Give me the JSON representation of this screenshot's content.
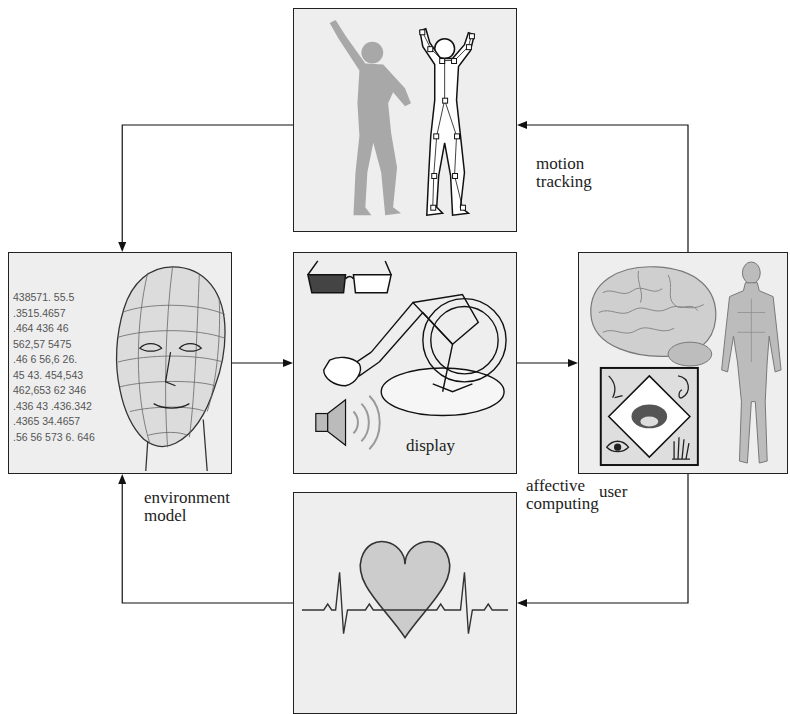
{
  "diagram": {
    "nodes": [
      {
        "text": [
          "motion tracking"
        ]
      },
      {
        "text": [
          "environment model"
        ]
      },
      {
        "text": [
          "display"
        ]
      },
      {
        "text": [
          "user"
        ]
      },
      {
        "text": [
          "affective computing"
        ]
      }
    ],
    "edges": [
      {
        "from": 0,
        "to": 1,
        "arrow": "to"
      },
      {
        "from": 1,
        "to": 2,
        "arrow": "to"
      },
      {
        "from": 2,
        "to": 3,
        "arrow": "to"
      },
      {
        "from": 3,
        "to": 0,
        "arrow": "to"
      },
      {
        "from": 3,
        "to": 4,
        "arrow": "to"
      },
      {
        "from": 4,
        "to": 1,
        "arrow": "to"
      }
    ],
    "labels": [
      "438571. 55.5",
      ".3515.4657",
      ".464 436 46",
      "562,57 5475",
      ".46 6 56,6 26.",
      "45 43. 454,543",
      "462,653 62 346",
      ".436 43 .436.342",
      ".4365 34.4657",
      ".56 56 573 6. 646"
    ]
  }
}
